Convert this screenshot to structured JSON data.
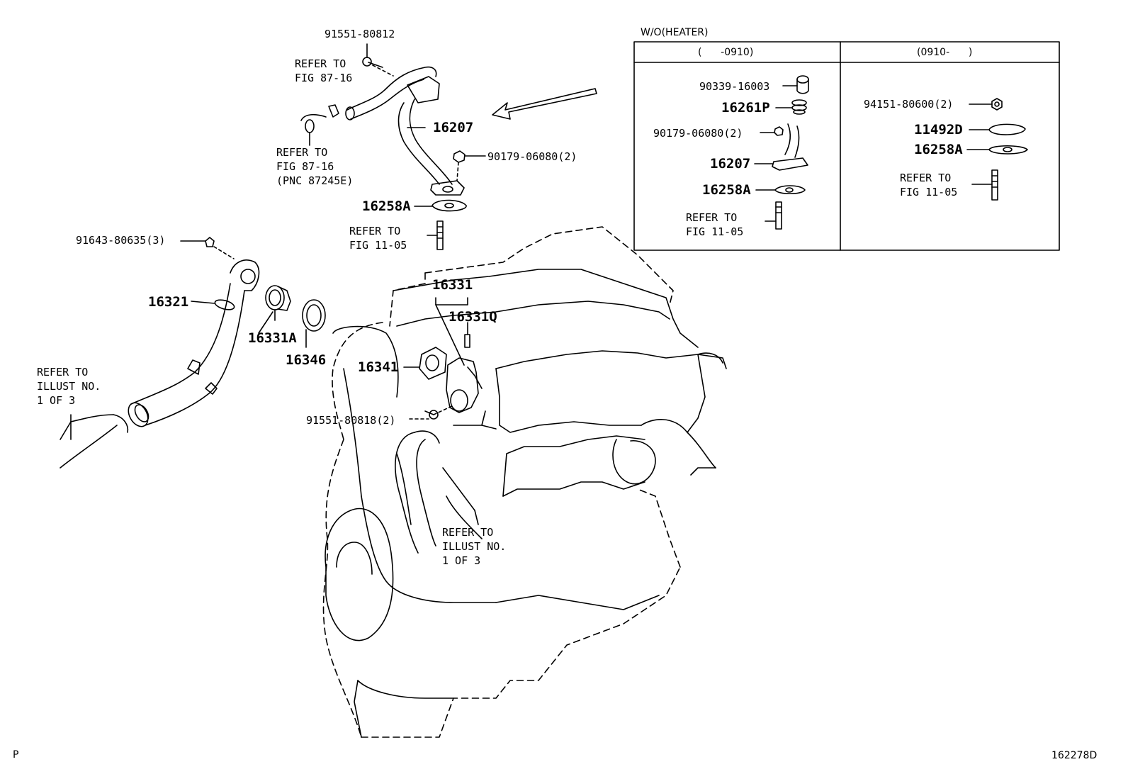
{
  "labels": {
    "top_bolt": "91551-80812",
    "refer_8716_a": "REFER TO\nFIG 87-16",
    "refer_8716_b": "REFER TO\nFIG 87-16\n(PNC 87245E)",
    "pipe_16207": "16207",
    "nut_90179": "90179-06080(2)",
    "gasket_16258a": "16258A",
    "refer_1105_main": "REFER TO\nFIG 11-05",
    "bolt_91643": "91643-80635(3)",
    "part_16321": "16321",
    "part_16331a": "16331A",
    "part_16346": "16346",
    "refer_illust_left": "REFER TO\nILLUST NO.\n1 OF 3",
    "part_16331": "16331",
    "part_16331q": "16331Q",
    "part_16341": "16341",
    "bolt_91551_80818": "91551-80818(2)",
    "refer_illust_center": "REFER TO\nILLUST NO.\n1 OF 3",
    "footer_left": "P",
    "footer_right": "162278D"
  },
  "inset": {
    "title": "W/O(HEATER)",
    "col_left_header": "(      -0910)",
    "col_right_header": "(0910-      )",
    "left": {
      "p90339": "90339-16003",
      "p16261p": "16261P",
      "p90179": "90179-06080(2)",
      "p16207": "16207",
      "p16258a": "16258A",
      "refer": "REFER TO\nFIG 11-05"
    },
    "right": {
      "p94151": "94151-80600(2)",
      "p11492d": "11492D",
      "p16258a": "16258A",
      "refer": "REFER TO\nFIG 11-05"
    }
  }
}
